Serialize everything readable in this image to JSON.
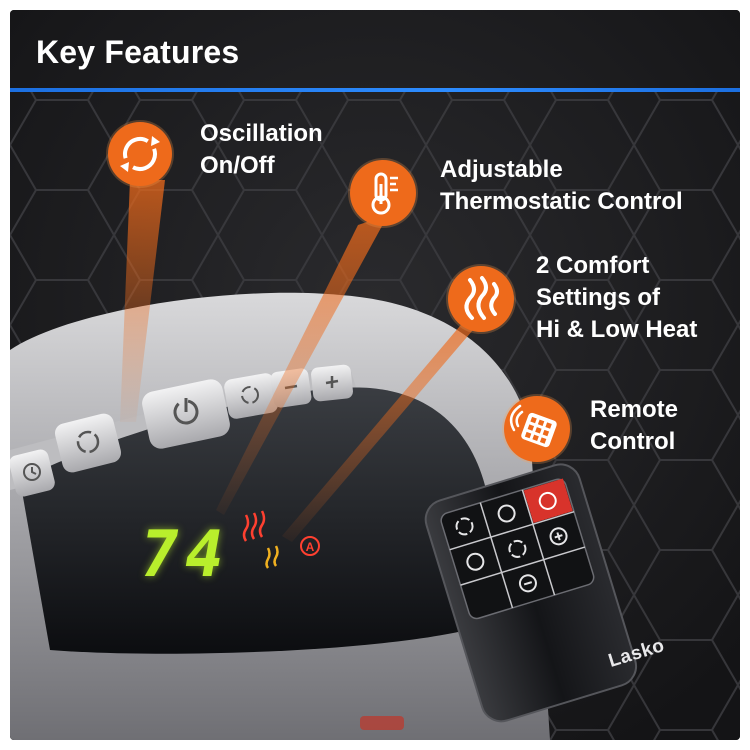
{
  "header": {
    "title": "Key Features"
  },
  "features": [
    {
      "icon": "oscillation-icon",
      "line1": "Oscillation",
      "line2": "On/Off"
    },
    {
      "icon": "thermometer-icon",
      "line1": "Adjustable",
      "line2": "Thermostatic Control"
    },
    {
      "icon": "flame-icon",
      "line1": "2 Comfort",
      "line2": "Settings of",
      "line3": "Hi & Low Heat"
    },
    {
      "icon": "remote-control-icon",
      "line1": "Remote",
      "line2": "Control"
    }
  ],
  "display": {
    "temperature": "74"
  },
  "remote": {
    "brand": "Lasko"
  },
  "colors": {
    "accent_orange": "#ee6a1b",
    "header_rule_blue": "#2d8cff",
    "display_green": "#b9ef2c",
    "display_red": "#ff4030"
  }
}
